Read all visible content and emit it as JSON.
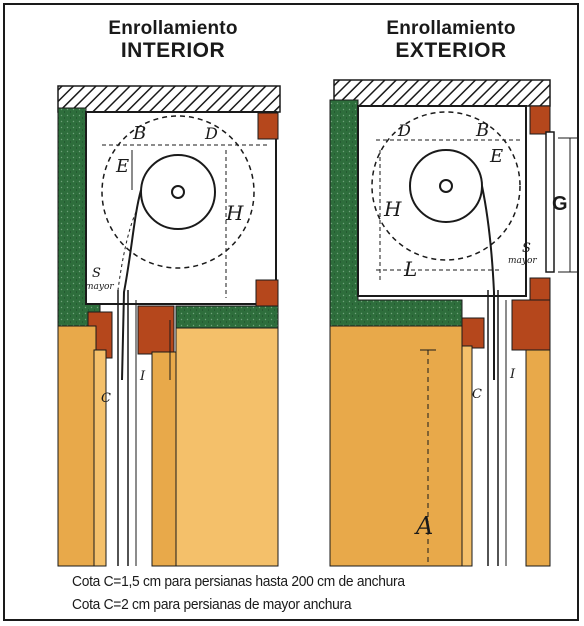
{
  "left": {
    "title_line1": "Enrollamiento",
    "title_line2": "INTERIOR",
    "labels": {
      "B": "B",
      "D": "D",
      "E": "E",
      "H": "H",
      "S": "S",
      "mayor": "mayor",
      "C": "C",
      "I": "I"
    }
  },
  "right": {
    "title_line1": "Enrollamiento",
    "title_line2": "EXTERIOR",
    "labels": {
      "B": "B",
      "D": "D",
      "E": "E",
      "H": "H",
      "G": "G",
      "L": "L",
      "S": "S",
      "mayor": "mayor",
      "C": "C",
      "I": "I",
      "A": "A"
    }
  },
  "caption": {
    "line1": "Cota C=1,5 cm para persianas hasta 200 cm de anchura",
    "line2": "Cota C=2 cm para persianas de mayor anchura"
  },
  "colors": {
    "wood": "#e8a94a",
    "wood_light": "#f4c06a",
    "masonry": "#2e6e3c",
    "brick": "#b5471c",
    "line": "#1a1a1a"
  }
}
